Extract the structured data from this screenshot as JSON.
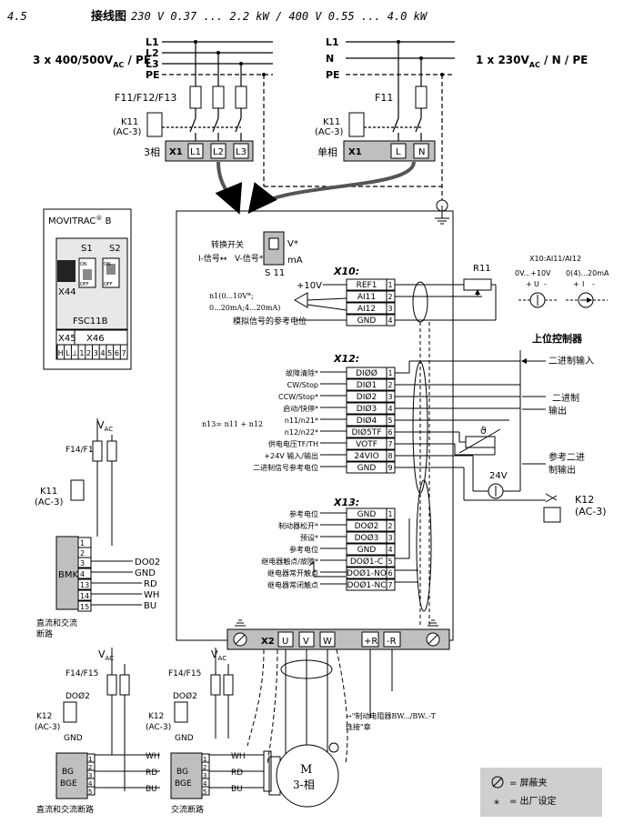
{
  "heading": {
    "number": "4.5",
    "title": "接线图",
    "subtitle": "230 V 0.37 ... 2.2 kW / 400 V 0.55 ... 4.0 kW"
  },
  "supply": {
    "three_phase_label": "3 x 400/500V",
    "three_phase_sub": "AC",
    "three_phase_suffix": " / PE",
    "single_phase_label": "1 x 230V",
    "single_phase_sub": "AC",
    "single_phase_suffix": " / N / PE",
    "lines_left": [
      "L1",
      "L2",
      "L3",
      "PE"
    ],
    "lines_right": [
      "L1",
      "N",
      "PE"
    ]
  },
  "fuses_left": "F11/F12/F13",
  "fuse_right": "F11",
  "contactor_left": [
    "K11",
    "(AC-3)"
  ],
  "contactor_right": [
    "K11",
    "(AC-3)"
  ],
  "phase3_label": "3相",
  "phase1_label": "单相",
  "terminal_x1_left": [
    "X1",
    "L1",
    "L2",
    "L3"
  ],
  "terminal_x1_right": [
    "X1",
    "L",
    "N"
  ],
  "movitrac": {
    "title": "MOVITRAC",
    "title_sup": "®",
    "title_suffix": " B",
    "s1": "S1",
    "s2": "S2",
    "on": "ON",
    "off": "OFF",
    "x44": "X44",
    "fsc": "FSC11B",
    "x45": "X45",
    "x46": "X46",
    "pins": [
      "H",
      "L",
      "⊥",
      "1",
      "2",
      "3",
      "4",
      "5",
      "6",
      "7"
    ]
  },
  "switch": {
    "label": "转换开关",
    "i_signal": "I-信号↔",
    "v_signal": "V-信号*",
    "v_star": "V*",
    "ma": "mA",
    "s11": "S 11"
  },
  "x10": {
    "title": "X10:",
    "plus10v": "+10V",
    "rows": [
      {
        "name": "REF1",
        "num": "1"
      },
      {
        "name": "AI11",
        "num": "2"
      },
      {
        "name": "AI12",
        "num": "3"
      },
      {
        "name": "GND",
        "num": "4"
      }
    ],
    "n1_a": "n1(0...10V*;",
    "n1_b": "0...20mA;4...20mA)",
    "ref_label": "模拟信号的参考电位",
    "r11": "R11"
  },
  "ai_legend": {
    "title": "X10:AI11/AI12",
    "v_range": "0V...+10V",
    "ma_range": "0(4)...20mA",
    "u": "U",
    "i": "I",
    "plus": "+",
    "minus": "-"
  },
  "x12": {
    "title": "X12:",
    "rows": [
      {
        "name": "DIØØ",
        "num": "1",
        "label": "故障清除*"
      },
      {
        "name": "DIØ1",
        "num": "2",
        "label": "CW/Stop"
      },
      {
        "name": "DIØ2",
        "num": "3",
        "label": "CCW/Stop*"
      },
      {
        "name": "DIØ3",
        "num": "4",
        "label": "启动/快停*"
      },
      {
        "name": "DIØ4",
        "num": "5",
        "label": "n11/n21*"
      },
      {
        "name": "DIØ5TF",
        "num": "6",
        "label": "n12/n22*"
      },
      {
        "name": "VOTF",
        "num": "7",
        "label": "供电电压TF/TH"
      },
      {
        "name": "24VIO",
        "num": "8",
        "label": "+24V 输入/输出"
      },
      {
        "name": "GND",
        "num": "9",
        "label": "二进制信号参考电位"
      }
    ],
    "n13": "n13= n11 + n12"
  },
  "controller": {
    "title": "上位控制器",
    "input": "二进制输入",
    "output_a": "二进制",
    "output_b": "输出",
    "ref_a": "参考二进",
    "ref_b": "制输出",
    "v24": "24V",
    "theta": "ϑ"
  },
  "x13": {
    "title": "X13:",
    "rows": [
      {
        "name": "GND",
        "num": "1",
        "label": "参考电位"
      },
      {
        "name": "DOØ2",
        "num": "2",
        "label": "制动器松开*"
      },
      {
        "name": "DOØ3",
        "num": "3",
        "label": "预设*"
      },
      {
        "name": "GND",
        "num": "4",
        "label": "参考电位"
      },
      {
        "name": "DOØ1-C",
        "num": "5",
        "label": "继电器触点/故障*"
      },
      {
        "name": "DOØ1-NO",
        "num": "6",
        "label": "继电器常开触点"
      },
      {
        "name": "DOØ1-NC",
        "num": "7",
        "label": "继电器常闭触点"
      }
    ]
  },
  "k12_right": [
    "K12",
    "(AC-3)"
  ],
  "bmk_block": {
    "fuses": "F14/F15",
    "vac": "V",
    "vac_sub": "AC",
    "k11": [
      "K11",
      "(AC-3)"
    ],
    "name": "BMK",
    "pins": [
      "1",
      "2",
      "3",
      "4",
      "13",
      "14",
      "15"
    ],
    "wires": [
      "DO02",
      "GND",
      "RD",
      "WH",
      "BU"
    ],
    "caption_a": "直流和交流",
    "caption_b": "断路"
  },
  "x2": {
    "title": "X2",
    "terms": [
      "U",
      "V",
      "W"
    ],
    "br": [
      "+R",
      "-R"
    ]
  },
  "brake_note": {
    "arrow_text": "→\"制动电阻器BW.../BW..-T",
    "line2": "连接\"章"
  },
  "motor": {
    "m": "M",
    "phase": "3-相"
  },
  "bg_left": {
    "fuses": "F14/F15",
    "vac": "V",
    "vac_sub": "AC",
    "do": "DOØ2",
    "k12": [
      "K12",
      "(AC-3)"
    ],
    "gnd": "GND",
    "bg": "BG",
    "bge": "BGE",
    "pins": [
      "1",
      "2",
      "3",
      "4",
      "5"
    ],
    "wires": [
      "WH",
      "RD",
      "BU"
    ],
    "caption": "直流和交流断路"
  },
  "bg_right": {
    "fuses": "F14/F15",
    "vac": "V",
    "vac_sub": "AC",
    "do": "DOØ2",
    "k12": [
      "K12",
      "(AC-3)"
    ],
    "gnd": "GND",
    "bg": "BG",
    "bge": "BGE",
    "pins": [
      "1",
      "2",
      "3",
      "4",
      "5"
    ],
    "wires": [
      "WH",
      "RD",
      "BU"
    ],
    "caption": "交流断路"
  },
  "legend": {
    "shield": "= 屏蔽夹",
    "star_sym": "*",
    "factory": "= 出厂设定"
  }
}
